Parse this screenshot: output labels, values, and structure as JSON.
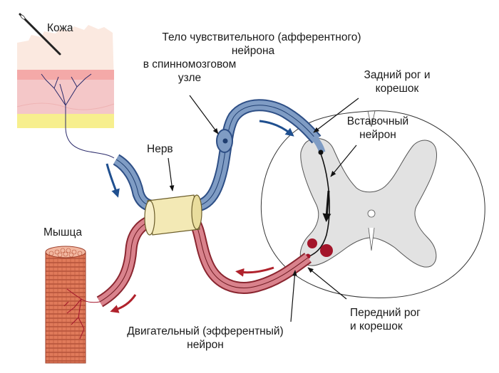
{
  "labels": {
    "skin": "Кожа",
    "sensory_body": [
      "Тело чувствительного (афферентного)",
      "нейрона",
      "в спинномозговом",
      "узле"
    ],
    "dorsal_horn": [
      "Задний рог и",
      "корешок"
    ],
    "interneuron": [
      "Вставочный",
      "нейрон"
    ],
    "nerve": "Нерв",
    "muscle": "Мышца",
    "ventral_horn": [
      "Передний рог",
      "и корешок"
    ],
    "motor_neuron": [
      "Двигательный (эфферентный)",
      "нейрон"
    ]
  },
  "colors": {
    "sensory_fill": "#7f9cc4",
    "sensory_outline": "#2e4f86",
    "motor_fill": "#d9828c",
    "motor_outline": "#8a2630",
    "nerve_sheath": "#f3e9b5",
    "skin_pink": "#f4c7c8",
    "skin_yellow": "#f7ef8e",
    "muscle_fill": "#e07a5a",
    "arrow_sensory": "#1f4f8f",
    "arrow_motor": "#b0222c",
    "grey_matter": "#e2e2e2"
  }
}
